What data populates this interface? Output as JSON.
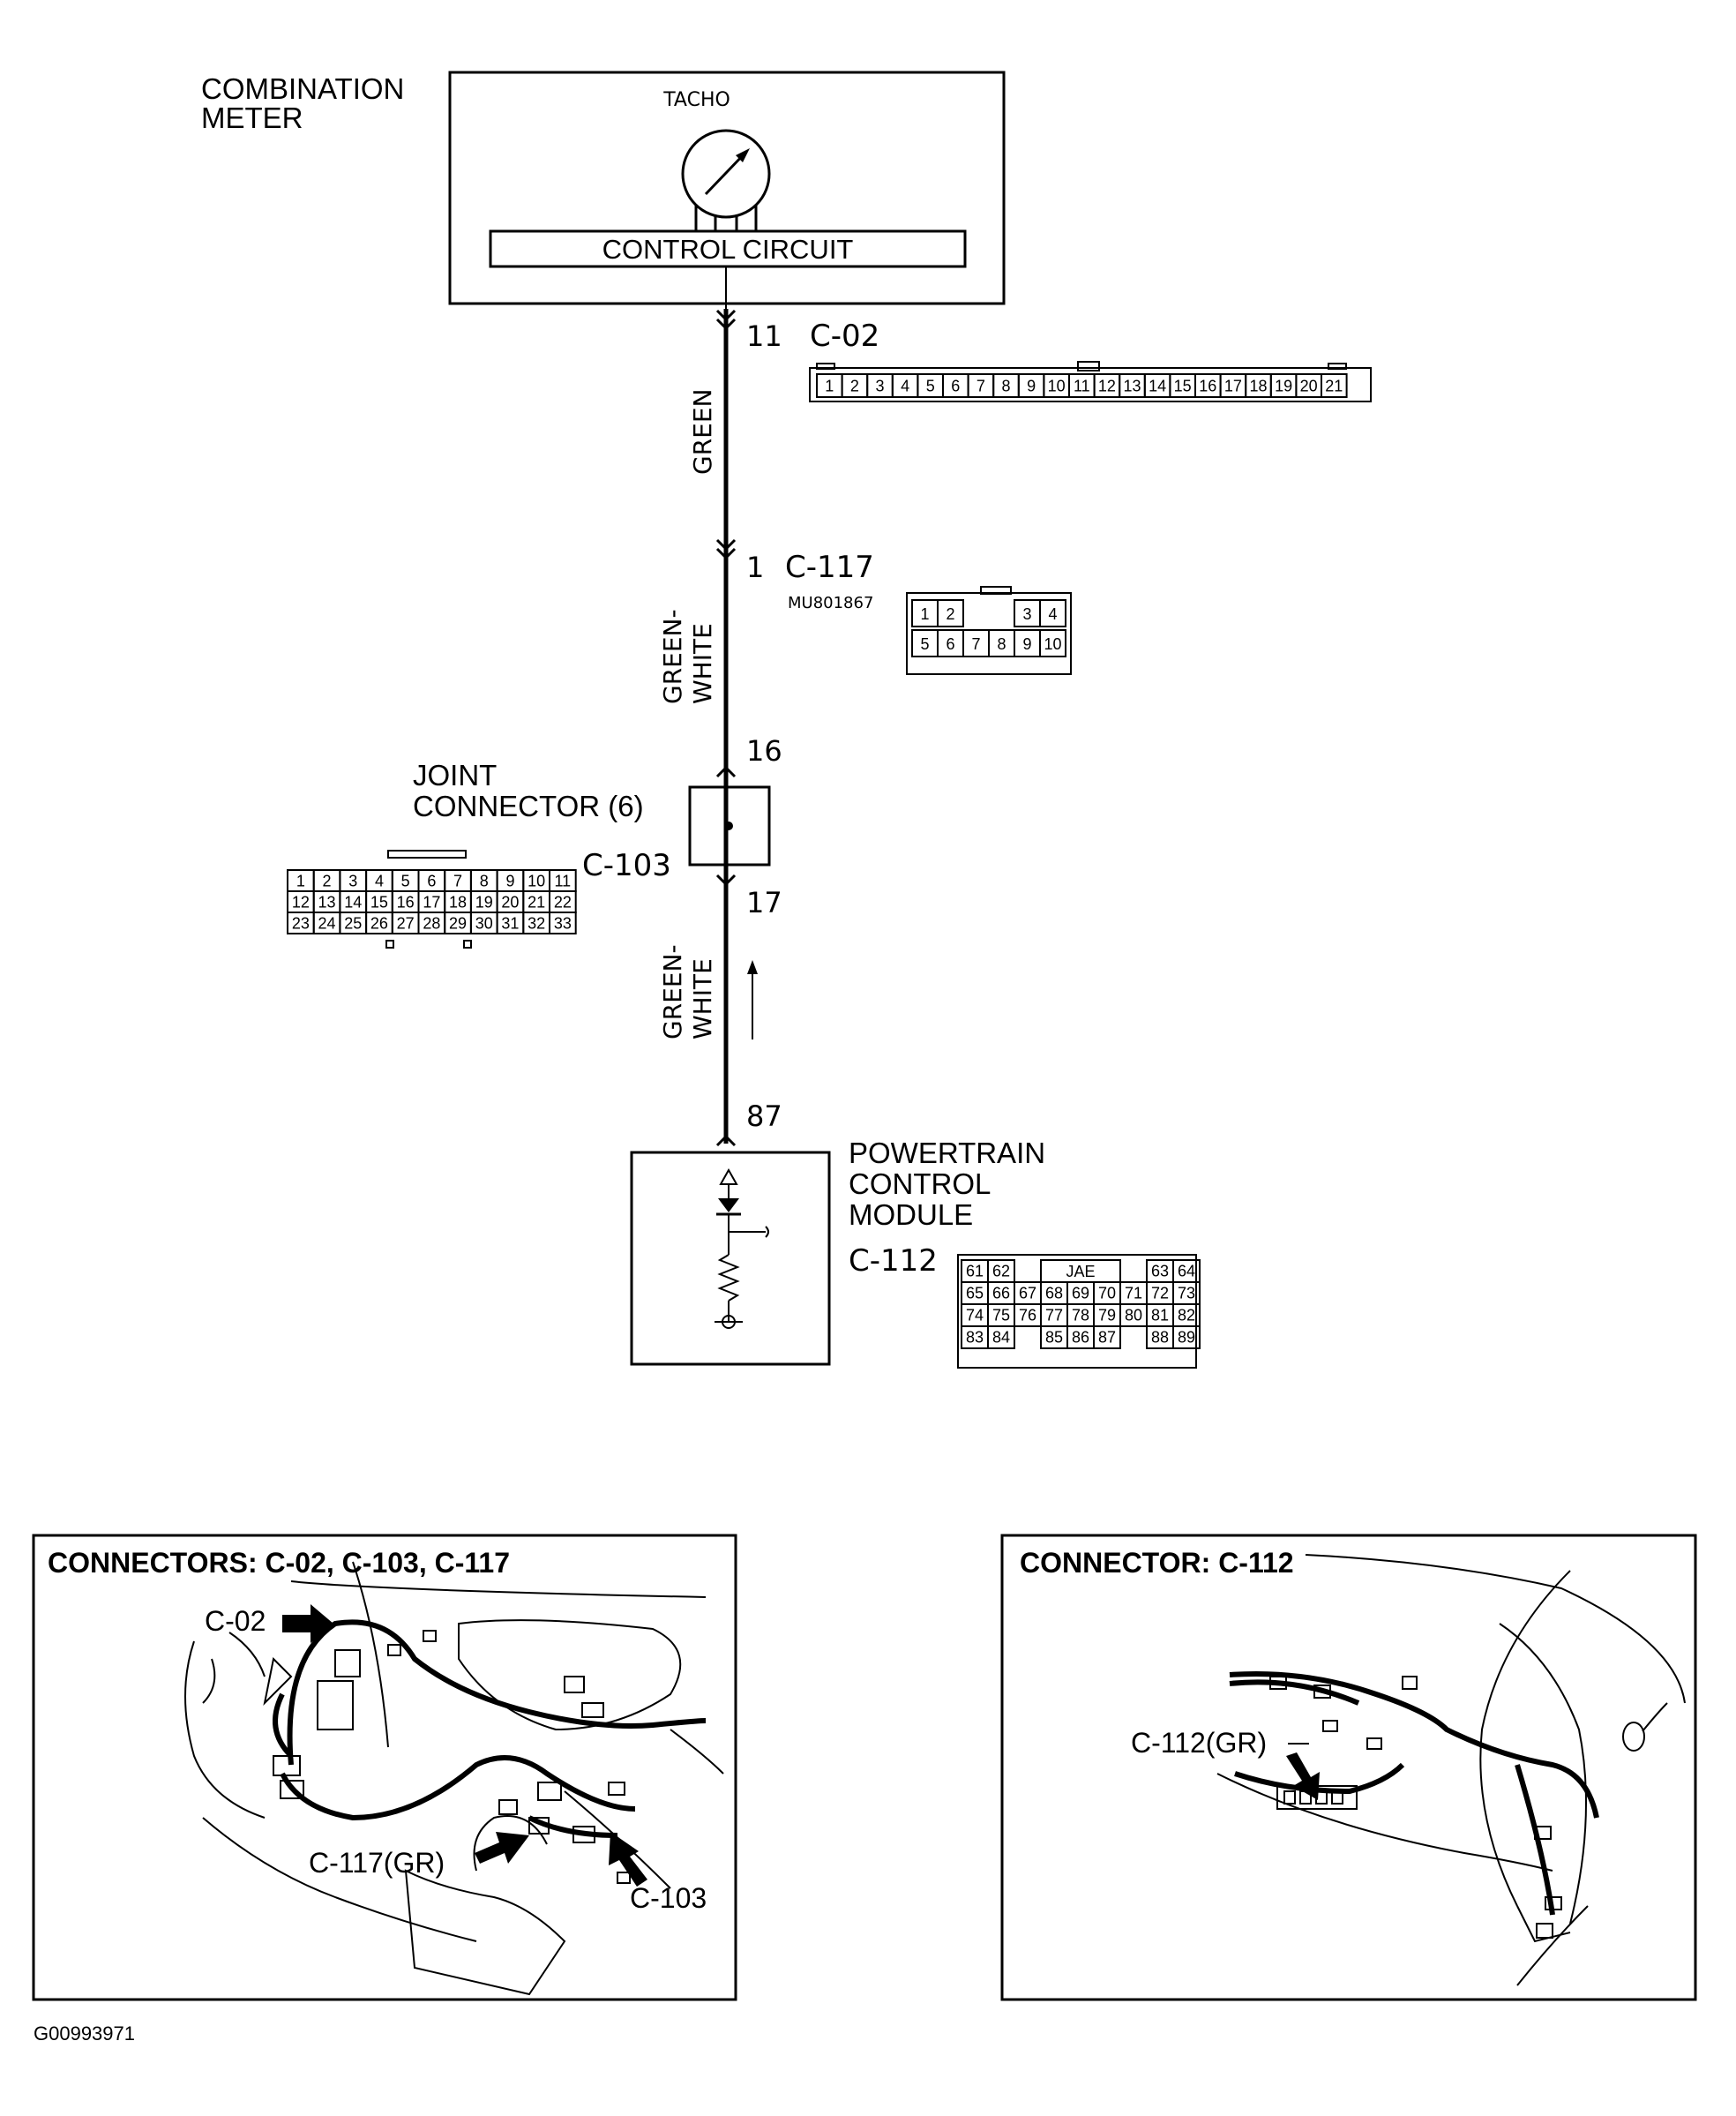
{
  "combination_meter": {
    "label_line1": "COMBINATION",
    "label_line2": "METER",
    "tacho": "TACHO",
    "control_circuit": "CONTROL CIRCUIT"
  },
  "wires": {
    "seg1": "GREEN",
    "seg2_line1": "GREEN-",
    "seg2_line2": "WHITE",
    "seg3_line1": "GREEN-",
    "seg3_line2": "WHITE"
  },
  "pins": {
    "p11": "11",
    "p1": "1",
    "p16": "16",
    "p17": "17",
    "p87": "87"
  },
  "connectors": {
    "c02": {
      "id": "C-02",
      "pins": [
        "1",
        "2",
        "3",
        "4",
        "5",
        "6",
        "7",
        "8",
        "9",
        "10",
        "11",
        "12",
        "13",
        "14",
        "15",
        "16",
        "17",
        "18",
        "19",
        "20",
        "21"
      ]
    },
    "c117": {
      "id": "C-117",
      "part": "MU801867",
      "row1": [
        "1",
        "2",
        "",
        "",
        "3",
        "4"
      ],
      "row2": [
        "5",
        "6",
        "7",
        "8",
        "9",
        "10"
      ]
    },
    "c103": {
      "id": "C-103",
      "rows": [
        [
          "1",
          "2",
          "3",
          "4",
          "5",
          "6",
          "7",
          "8",
          "9",
          "10",
          "11"
        ],
        [
          "12",
          "13",
          "14",
          "15",
          "16",
          "17",
          "18",
          "19",
          "20",
          "21",
          "22"
        ],
        [
          "23",
          "24",
          "25",
          "26",
          "27",
          "28",
          "29",
          "30",
          "31",
          "32",
          "33"
        ]
      ]
    },
    "c112": {
      "id": "C-112",
      "header": "JAE",
      "row1_left": [
        "61",
        "62"
      ],
      "row1_right": [
        "63",
        "64"
      ],
      "row2": [
        "65",
        "66",
        "67",
        "68",
        "69",
        "70",
        "71",
        "72",
        "73"
      ],
      "row3": [
        "74",
        "75",
        "76",
        "77",
        "78",
        "79",
        "80",
        "81",
        "82"
      ],
      "row4": [
        "83",
        "84",
        "",
        "85",
        "86",
        "87",
        "",
        "88",
        "89"
      ]
    }
  },
  "joint_connector": {
    "line1": "JOINT",
    "line2": "CONNECTOR (6)"
  },
  "pcm": {
    "line1": "POWERTRAIN",
    "line2": "CONTROL",
    "line3": "MODULE"
  },
  "locator_left": {
    "title": "CONNECTORS: C-02, C-103, C-117",
    "callout_c02": "C-02",
    "callout_c117": "C-117(GR)",
    "callout_c103": "C-103"
  },
  "locator_right": {
    "title": "CONNECTOR: C-112",
    "callout_c112": "C-112(GR)"
  },
  "figure_id": "G00993971"
}
